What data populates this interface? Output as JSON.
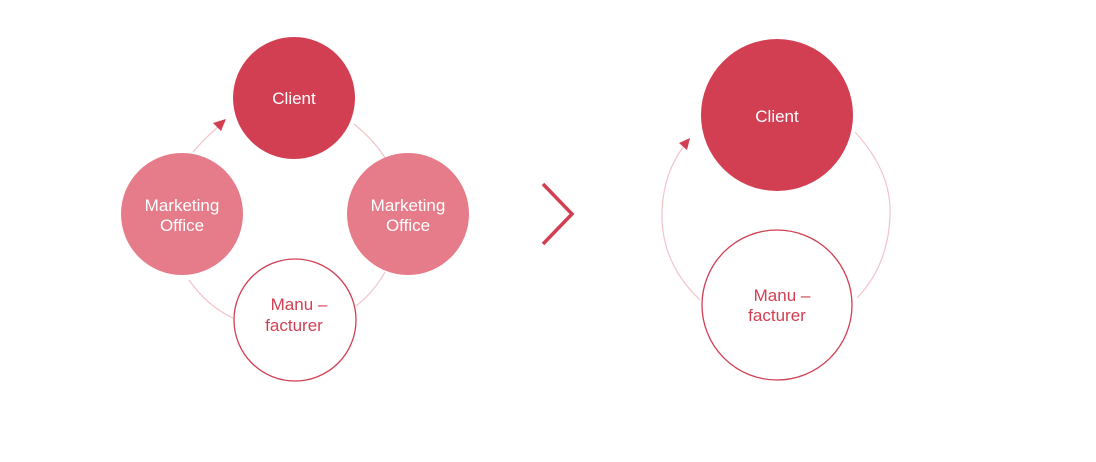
{
  "colors": {
    "client": "#d23f52",
    "office": "#e67b89",
    "outline": "#d23f52",
    "connector": "#f2c3c9",
    "arrow": "#d23f52",
    "white": "#ffffff"
  },
  "before": {
    "client": {
      "label": "Client"
    },
    "office_left": {
      "line1": "Marketing",
      "line2": "Office"
    },
    "office_right": {
      "line1": "Marketing",
      "line2": "Office"
    },
    "manufacturer": {
      "line1": "Manu –",
      "line2": "facturer"
    }
  },
  "after": {
    "client": {
      "label": "Client"
    },
    "manufacturer": {
      "line1": "Manu –",
      "line2": "facturer"
    }
  },
  "transition": {
    "icon": "chevron-right-icon"
  }
}
